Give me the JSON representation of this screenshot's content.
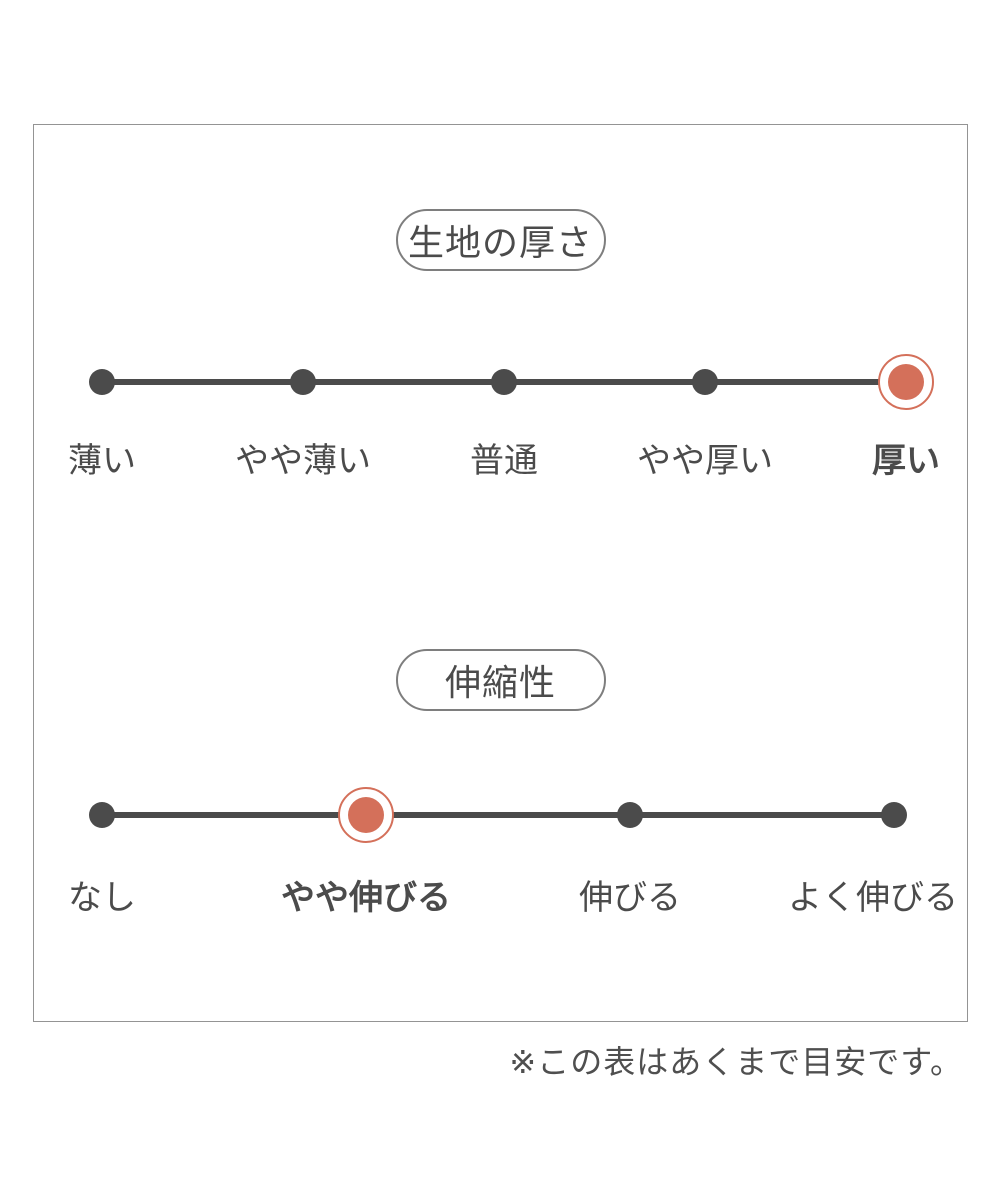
{
  "panel": {
    "note": "※この表はあくまで目安です。"
  },
  "colors": {
    "accent": "#d4705a",
    "ink": "#4b4b4b",
    "panel_border": "#949494"
  },
  "chart_data": [
    {
      "type": "scale",
      "name": "fabric-thickness",
      "title": "生地の厚さ",
      "categories": [
        "薄い",
        "やや薄い",
        "普通",
        "やや厚い",
        "厚い"
      ],
      "selected_index": 4,
      "selected_value": "厚い",
      "num_levels": 5
    },
    {
      "type": "scale",
      "name": "stretchiness",
      "title": "伸縮性",
      "categories": [
        "なし",
        "やや伸びる",
        "伸びる",
        "よく伸びる"
      ],
      "selected_index": 1,
      "selected_value": "やや伸びる",
      "num_levels": 4
    }
  ]
}
